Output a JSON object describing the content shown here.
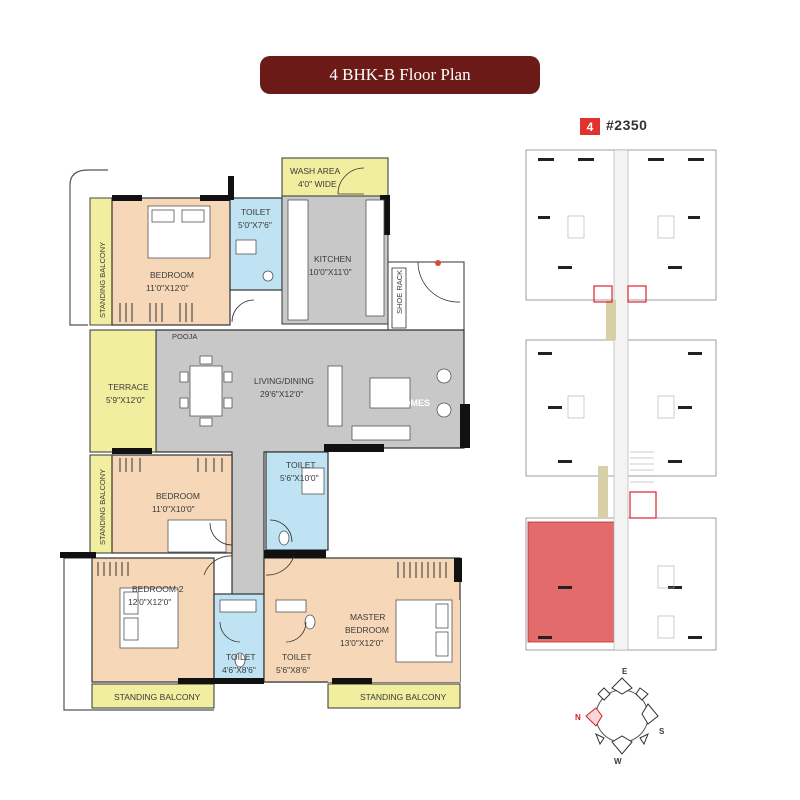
{
  "title": "4 BHK-B Floor Plan",
  "rooms": {
    "wash_area": {
      "name": "WASH AREA",
      "size": "4'0\" WIDE"
    },
    "toilet_top": {
      "name": "TOILET",
      "size": "5'0\"X7'6\""
    },
    "bedroom_top": {
      "name": "BEDROOM",
      "size": "11'0\"X12'0\""
    },
    "kitchen": {
      "name": "KITCHEN",
      "size": "10'0\"X11'0\""
    },
    "shoe_rack": {
      "name": "SHOE RACK"
    },
    "pooja": {
      "name": "POOJA"
    },
    "terrace": {
      "name": "TERRACE",
      "size": "5'9\"X12'0\""
    },
    "living_dining": {
      "name": "LIVING/DINING",
      "size": "29'6\"X12'0\""
    },
    "toilet_mid": {
      "name": "TOILET",
      "size": "5'6\"X10'0\""
    },
    "bedroom_mid": {
      "name": "BEDROOM",
      "size": "11'0\"X10'0\""
    },
    "bedroom2": {
      "name": "BEDROOM-2",
      "size": "12'0\"X12'0\""
    },
    "master_bedroom": {
      "name": "MASTER",
      "name2": "BEDROOM",
      "size": "13'0\"X12'0\""
    },
    "toilet_bl": {
      "name": "TOILET",
      "size": "4'6\"X8'6\""
    },
    "toilet_br": {
      "name": "TOILET",
      "size": "5'6\"X8'6\""
    }
  },
  "balconies": {
    "left_top": "STANDING BALCONY",
    "left_mid": "STANDING BALCONY",
    "bottom_left": "STANDING BALCONY",
    "bottom_right": "STANDING BALCONY"
  },
  "watermark": "ZIGHOMES",
  "tower": {
    "number": "4",
    "code": "#2350"
  },
  "compass": {
    "n": "N",
    "e": "E",
    "s": "S",
    "w": "W"
  },
  "colors": {
    "banner": "#6b1a17",
    "bedroom": "#f6d8b8",
    "living": "#c8c8c8",
    "toilet": "#bfe3f3",
    "terrace": "#f2ee9f",
    "highlight_unit": "#e36b6b",
    "badge": "#e0332d"
  }
}
